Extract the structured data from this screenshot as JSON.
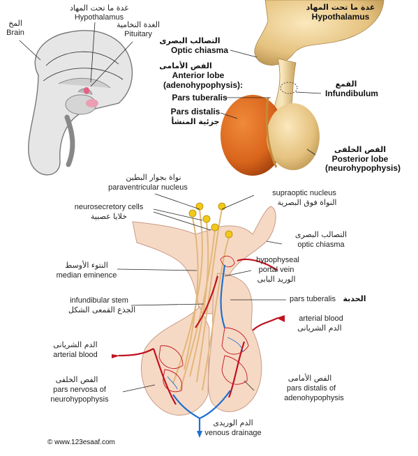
{
  "watermark": "© www.123esaaf.com",
  "brain_panel": {
    "hypothalamus_ar": "غدة ما تحت المهاد",
    "hypothalamus_en": "Hypothalamus",
    "brain_ar": "المخ",
    "brain_en": "Brain",
    "pituitary_ar": "الغدة النخامية",
    "pituitary_en": "Pituitary"
  },
  "gland_panel": {
    "hypothalamus_ar": "غدة ما تحت المهاد",
    "hypothalamus_en": "Hypothalamus",
    "optic_chiasma_ar": "التصالب البصرى",
    "optic_chiasma_en": "Optic chiasma",
    "anterior_lobe_ar": "الفص الأمامى",
    "anterior_lobe_en": "Anterior lobe",
    "adenohypophysis_en": "(adenohypophysis):",
    "pars_tuberalis_en": "Pars tuberalis",
    "pars_distalis_en": "Pars distalis",
    "pars_distalis_ar": "جزئية المنشأ",
    "infundibulum_ar": "القمع",
    "infundibulum_en": "Infundibulum",
    "posterior_lobe_ar": "الفص الخلفى",
    "posterior_lobe_en": "Posterior lobe",
    "neurohypophysis_en": "(neurohypophysis)"
  },
  "detail_panel": {
    "paraventricular_ar": "نواة بجوار البطين",
    "paraventricular_en": "paraventricular nucleus",
    "supraoptic_en": "supraoptic nucleus",
    "supraoptic_ar": "النواة فوق البصرية",
    "neurosecretory_en": "neurosecretory cells",
    "neurosecretory_ar": "خلايا عصبية",
    "optic_chiasma_ar": "التصالب البصرى",
    "optic_chiasma_en": "optic chiasma",
    "median_eminence_ar": "النتوء الأوسط",
    "median_eminence_en": "median eminence",
    "portal_vein_en1": "hypophyseal",
    "portal_vein_en2": "portal vein",
    "portal_vein_ar": "الوريد البابى",
    "infundibular_stem_en": "infundibular stem",
    "infundibular_stem_ar": "الجذع القمعى الشكل",
    "pars_tuberalis_en": "pars tuberalis",
    "pars_tuberalis_ar": "الحدبة",
    "arterial_blood_right_en": "arterial blood",
    "arterial_blood_right_ar": "الدم الشريانى",
    "arterial_blood_left_ar": "الدم الشريانى",
    "arterial_blood_left_en": "arterial blood",
    "anterior_lobe_ar": "الفص الأمامى",
    "pars_distalis_en1": "pars distalis of",
    "pars_distalis_en2": "adenohypophysis",
    "posterior_lobe_ar": "الفص الخلفى",
    "pars_nervosa_en1": "pars nervosa of",
    "pars_nervosa_en2": "neurohypophysis",
    "venous_drainage_ar": "الدم الوريدى",
    "venous_drainage_en": "venous drainage"
  },
  "colors": {
    "neural_tissue": "#f6d9c4",
    "anterior_lobe": "#d9651c",
    "posterior_lobe": "#e8c98a",
    "artery": "#c1121f",
    "vein": "#1f6fd1",
    "neuron": "#f2c81b"
  }
}
